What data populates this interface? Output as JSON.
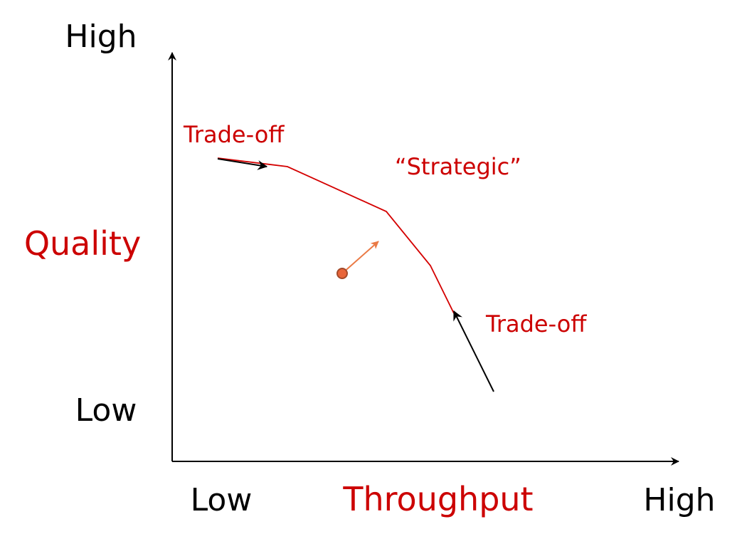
{
  "y_axis": {
    "title": "Quality",
    "high_label": "High",
    "low_label": "Low"
  },
  "x_axis": {
    "title": "Throughput",
    "low_label": "Low",
    "high_label": "High"
  },
  "annotations": {
    "tradeoff_top": "Trade-off",
    "strategic": "“Strategic”",
    "tradeoff_bottom": "Trade-off"
  },
  "colors": {
    "axis": "#000000",
    "frontier": "#d40000",
    "label_red": "#cc0000",
    "point": "#e8653a",
    "point_stroke": "#a34a2a",
    "point_arrow": "#ea7a45"
  }
}
